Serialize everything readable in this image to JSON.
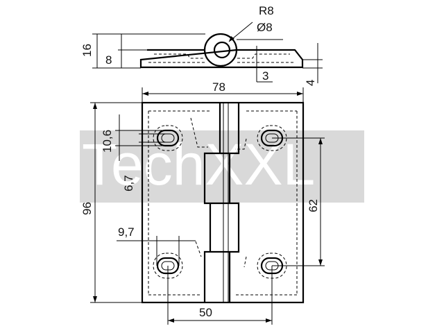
{
  "drawing": {
    "watermark": "TechXXL",
    "colors": {
      "line": "#000000",
      "watermark_band": "#d9d9d9",
      "background": "#ffffff"
    },
    "top_view_dims": {
      "radius": "R8",
      "diameter": "Ø8",
      "overall_height": "16",
      "leaf_height": "8",
      "offset": "3",
      "thickness": "4"
    },
    "front_view_dims": {
      "width": "78",
      "height": "96",
      "slot_width": "10,6",
      "slot_length": "6,7",
      "vertical_pitch": "62",
      "edge_distance": "9,7",
      "horizontal_pitch": "50"
    }
  }
}
